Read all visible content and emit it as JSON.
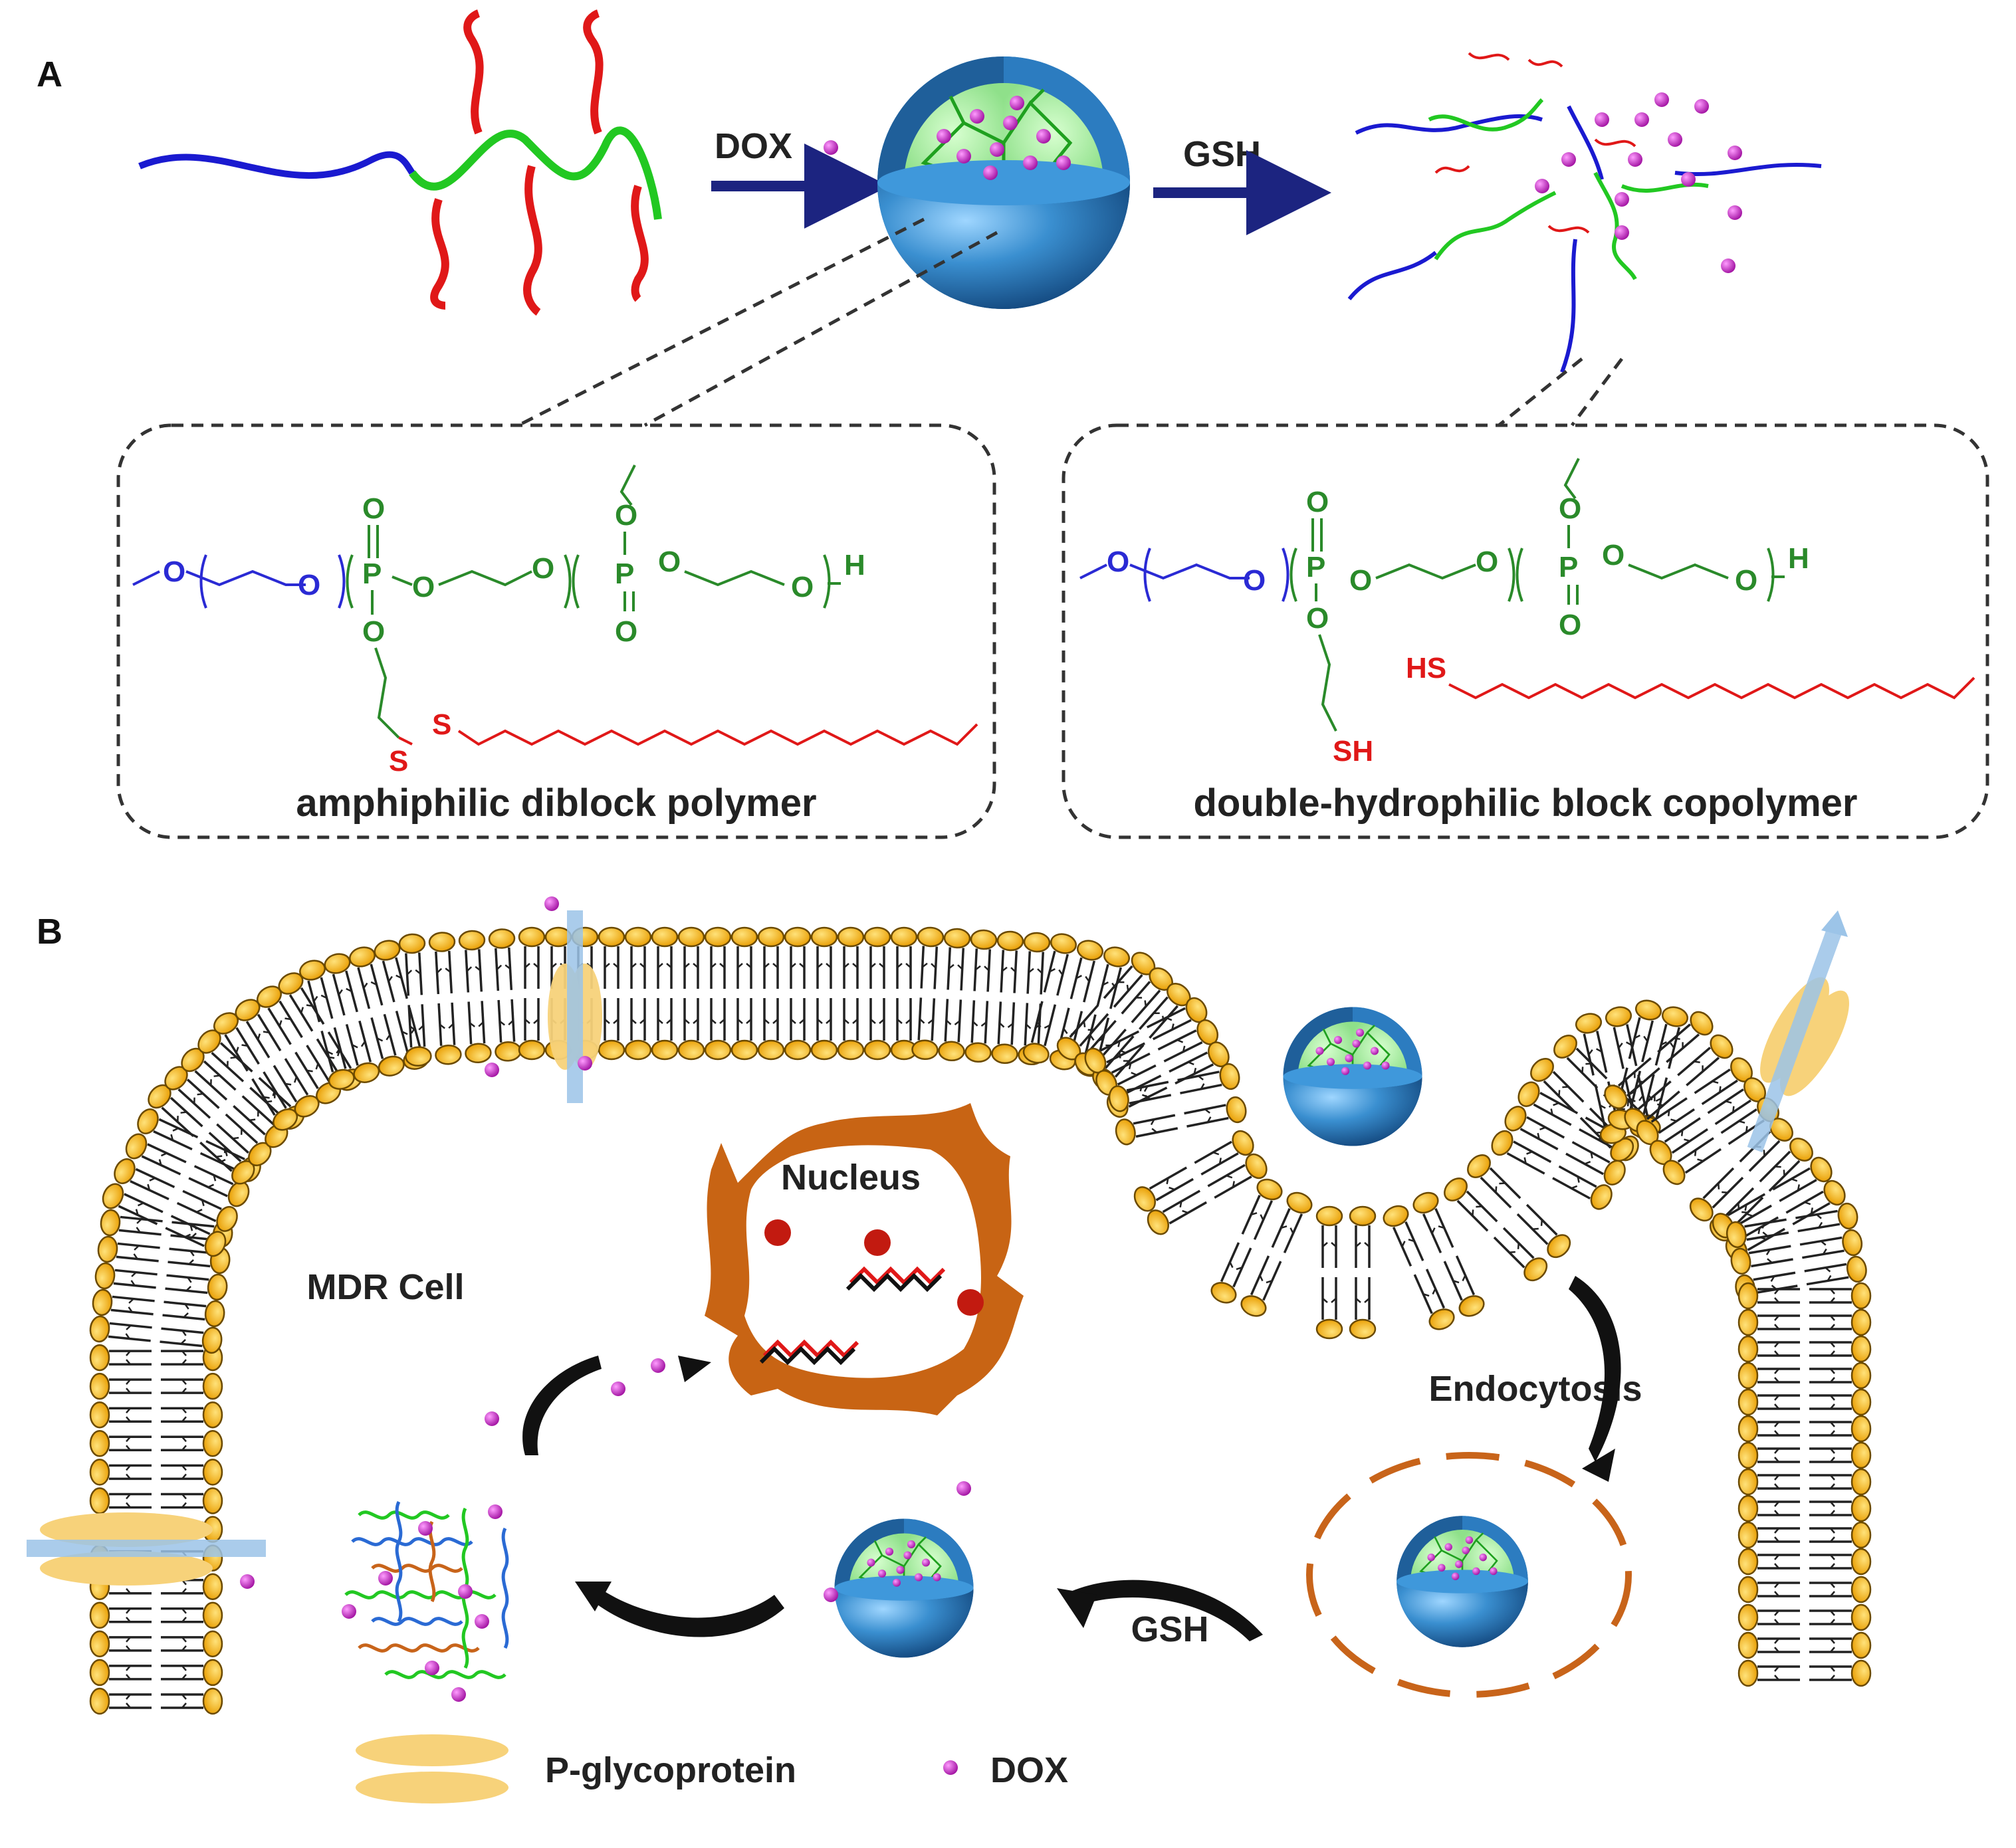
{
  "panels": {
    "a": "A",
    "b": "B"
  },
  "reaction": {
    "reagent_1": "DOX",
    "reagent_2": "GSH"
  },
  "structure_left": {
    "caption": "amphiphilic diblock polymer",
    "atoms": {
      "o": "O",
      "p": "P",
      "s": "S",
      "h": "H"
    }
  },
  "structure_right": {
    "caption": "double-hydrophilic block copolymer",
    "atoms": {
      "o": "O",
      "p": "P",
      "h": "H",
      "sh": "SH",
      "hs": "HS"
    }
  },
  "cell": {
    "cell_label": "MDR Cell",
    "nucleus_label": "Nucleus",
    "endocytosis_label": "Endocytosis",
    "gsh_label": "GSH"
  },
  "legend": {
    "pgp_label": "P-glycoprotein",
    "dox_label": "DOX"
  },
  "colors": {
    "peg_chain": "#1a1ad0",
    "polyphosphoester": "#22c822",
    "alkyl_chain": "#e01818",
    "dox": "#c020c0",
    "lipid_head": "#f6b800",
    "pgp": "#f7d27a",
    "nanoparticle": "#3a8fd0",
    "endosome": "#c8641a",
    "nucleus": "#c86414",
    "arrow": "#1c2480"
  }
}
